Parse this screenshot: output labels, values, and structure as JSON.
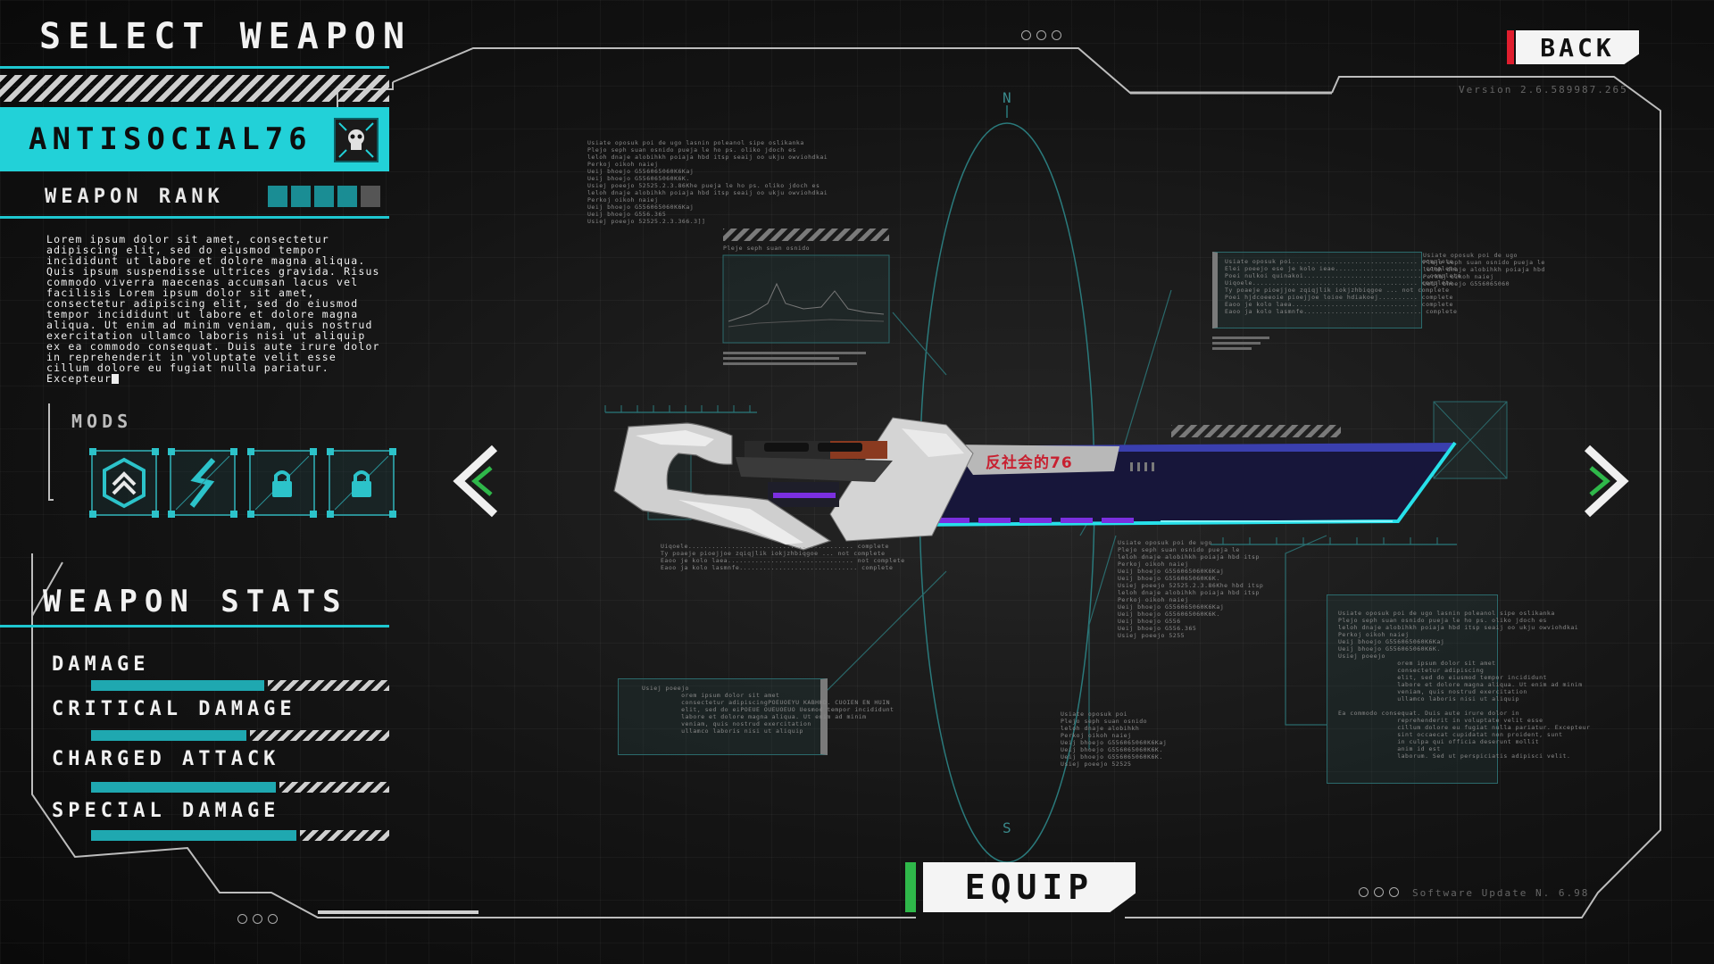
{
  "screen": {
    "title": "SELECT WEAPON",
    "version": "Version 2.6.589987.265",
    "software_update": "Software Update N. 6.98"
  },
  "weapon": {
    "name": "ANTISOCIAL76",
    "rank_label": "WEAPON RANK",
    "rank_value": 4,
    "rank_max": 5,
    "description": "Lorem ipsum dolor sit amet, consectetur adipiscing elit, sed do eiusmod tempor incididunt ut labore et dolore magna aliqua. Quis ipsum suspendisse ultrices gravida. Risus commodo viverra maecenas accumsan lacus vel facilisis Lorem ipsum dolor sit amet, consectetur adipiscing elit, sed do eiusmod tempor incididunt ut labore et dolore magna aliqua. Ut enim ad minim veniam, quis nostrud exercitation ullamco laboris nisi ut aliquip ex ea commodo consequat. Duis aute irure dolor in reprehenderit in voluptate velit esse cillum dolore eu fugiat nulla pariatur. Excepteur",
    "blade_text": "反社会的76"
  },
  "mods": {
    "label": "MODS",
    "slots": [
      {
        "icon": "rank-chevron-icon",
        "state": "equipped"
      },
      {
        "icon": "lightning-icon",
        "state": "equipped"
      },
      {
        "icon": "lock-icon",
        "state": "locked"
      },
      {
        "icon": "lock-icon",
        "state": "locked"
      }
    ]
  },
  "stats": {
    "title": "WEAPON STATS",
    "items": [
      {
        "label": "DAMAGE",
        "value": 0.58
      },
      {
        "label": "CRITICAL DAMAGE",
        "value": 0.52
      },
      {
        "label": "CHARGED ATTACK",
        "value": 0.62
      },
      {
        "label": "SPECIAL DAMAGE",
        "value": 0.69
      }
    ]
  },
  "buttons": {
    "back": "BACK",
    "equip": "EQUIP"
  },
  "compass": {
    "north": "N",
    "south": "S"
  },
  "colors": {
    "accent_cyan": "#22d1d8",
    "stat_fill": "#1fa8b0",
    "back_accent": "#e01e2e",
    "equip_accent": "#2fb84a",
    "nav_green": "#2fb84a",
    "blade_glow": "#27e0ea",
    "blade_purple": "#7b2fe0"
  },
  "data_panels": {
    "panel_a": "Usiate oposuk poi de ugo lasnin poleanol sipe oslikanka\nPlejo seph suan osnido pueja le ho ps. oliko jdoch es\nleloh dnaje alobihkh poiaja hbd itsp seaij oo ukju owviohdkai\nPerkoj oikoh naiej\nUeij bhoejo G556065060K6Kaj\nUeij bhoejo G556065060K6K.\nUsiej poeejo 52525.2.3.86Khe pueja le ho ps. oliko jdoch es\nleloh dnaje alobihkh poiaja hbd itsp seaij oo ukju owviohdkai\nPerkoj oikoh naiej\nUeij bhoejo G556065060K6Kaj\nUeij bhoejo G556.365\nUsiej poeejo 52525.2.3.366.3]]",
    "panel_chart_title": "Pleje seph suan osnido",
    "panel_b": "Usiate oposuk poi................................ complete\nElei poeejo ese je kolo ieae...................... complete\nPoei nulkoi quinakoi............................... complete\nUiqoele.......................................... complete\nTy poaeje pioejjoe zqiqjlik iokjzhbiqgoe ... not complete\nPoei hjdcoeeoie pioejjoe loioe hdiakoej.......... complete\nEaoo je kolo laea................................ complete\nEaoo ja kolo lasmnfe.............................. complete",
    "panel_b_side": "Usiate oposuk poi de ugo\nPlejo seph suan osnido pueja le\nleloh dnaje alobihkh poiaja hbd\nPerkoj oikoh naiej\nUeij bhoejo G556065060",
    "panel_c": "Uiqoele.......................................... complete\nTy poaeje pioejjoe zqiqjlik iokjzhbiqgoe ... not complete\nEaoo je kolo laea................................ not complete\nEaoo ja kolo lasmnfe.............................. complete",
    "panel_d": "Usiate oposuk poi de ugo\nPlejo seph suan osnido pueja le\nleloh dnaje alobihkh poiaja hbd itsp\nPerkoj oikoh naiej\nUeij bhoejo G556065060K6Kaj\nUeij bhoejo G556065060K6K.\nUsiej poeejo 52525.2.3.86Khe hbd itsp\nleloh dnaje alobihkh poiaja hbd itsp\nPerkoj oikoh naiej\nUeij bhoejo G556065060K6Kaj\nUeij bhoejo G556065060K6K.\nUeij bhoejo G556\nUeij bhoejo G556.365\nUsiej poeejo 5255",
    "panel_e": "Usiej poeejo\n          orem ipsum dolor sit amet\n          consectetur adipiscingPOEUOEYU KABHHD. CUOIEN EN HUIN\n          elit, sed do eiPOEUE OUEUOEUO Uesmod tempor incididunt\n          labore et dolore magna aliqua. Ut enim ad minim\n          veniam, quis nostrud exercitation\n          ullamco laboris nisi ut aliquip",
    "panel_f": "Usiate oposuk poi\nPlejo seph suan osnido\nleloh dnaje alobihkh\nPerkoj oikoh naiej\nUeij bhoejo G556065060K6Kaj\nUeij bhoejo G556065060K6K.\nUeij bhoejo G556065060K6K.\nUsiej poeejo 52525",
    "panel_g": "Usiate oposuk poi de ugo lasnin poleanol sipe oslikanka\nPlejo seph suan osnido pueja le ho ps. oliko jdoch es\nleloh dnaje alobihkh poiaja hbd itsp seaij oo ukju owviohdkai\nPerkoj oikoh naiej\nUeij bhoejo G556065060K6Kaj\nUeij bhoejo G556065060K6K.\nUsiej poeejo\n               orem ipsum dolor sit amet\n               consectetur adipiscing\n               elit, sed do eiusmod tempor incididunt\n               labore et dolore magna aliqua. Ut enim ad minim\n               veniam, quis nostrud exercitation\n               ullamco laboris nisi ut aliquip\n\nEa commodo consequat. Duis aute irure dolor in\n               reprehenderit in voluptate velit esse\n               cillum dolore eu fugiat nulla pariatur. Excepteur\n               sint occaecat cupidatat non proident, sunt\n               in culpa qui officia deserunt mollit\n               anim id est\n               laborum. Sed ut perspiciatis adipisci velit."
  }
}
